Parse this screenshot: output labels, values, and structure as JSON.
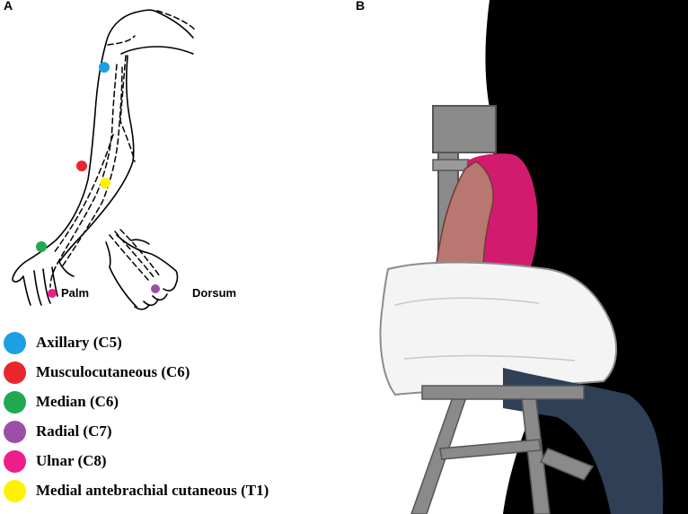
{
  "panels": {
    "a_label": "A",
    "b_label": "B"
  },
  "hand_labels": {
    "palm": "Palm",
    "dorsum": "Dorsum"
  },
  "nerves": [
    {
      "name": "Axillary (C5)",
      "color": "#1E9FE3"
    },
    {
      "name": "Musculocutaneous (C6)",
      "color": "#E8262C"
    },
    {
      "name": "Median (C6)",
      "color": "#22A94F"
    },
    {
      "name": "Radial (C7)",
      "color": "#9B4FA6"
    },
    {
      "name": "Ulnar (C8)",
      "color": "#EC1E8C"
    },
    {
      "name": "Medial antebrachial cutaneous (T1)",
      "color": "#FFF200"
    }
  ],
  "colors": {
    "shirt": "#D21B6E",
    "skin": "#B87770",
    "jeans": "#2E3F56",
    "chair": "#8A8A8A",
    "pillow": "#F4F4F4",
    "background_dark": "#000000"
  }
}
